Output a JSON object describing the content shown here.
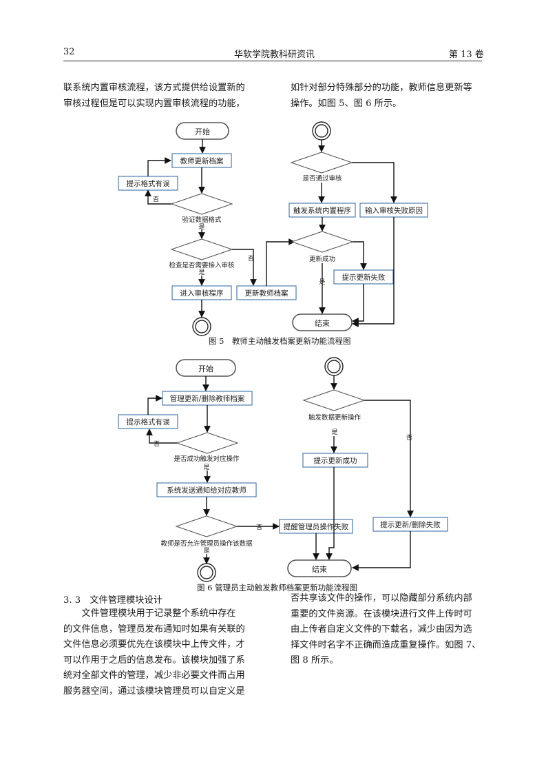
{
  "header": {
    "page_number": "32",
    "journal": "华软学院教科研资讯",
    "volume": "第 13 卷"
  },
  "intro": {
    "left_lines": [
      "联系统内置审核流程，该方式提供给设置新的",
      "审核过程但是可以实现内置审核流程的功能，"
    ],
    "right_lines": [
      "如针对部分特殊部分的功能，教师信息更新等",
      "操作。如图 5、图 6 所示。"
    ]
  },
  "figure5": {
    "caption": "图 5　教师主动触发档案更新功能流程图",
    "start": "开始",
    "update_archive": "教师更新档案",
    "format_error": "提示格式有误",
    "no": "否",
    "verify_format": "验证数据格式",
    "yes": "是",
    "need_review": "检查是否需要接入审核",
    "enter_review": "进入审核程序",
    "update_teacher_archive": "更新教师档案",
    "review_passed": "是否通过审核",
    "trigger_builtin": "触发系统内置程序",
    "input_fail_reason": "输入审核失败原因",
    "update_success": "更新成功",
    "update_fail": "提示更新失败",
    "end": "结束"
  },
  "figure6": {
    "caption": "图 6 管理员主动触发教师档案更新功能流程图",
    "start": "开始",
    "manage_update": "管理更新/删除教师档案",
    "format_error": "提示格式有误",
    "no": "否",
    "trigger_ok": "是否成功触发对应操作",
    "yes": "是",
    "notify_teacher": "系统发送通知给对应教师",
    "teacher_allow": "教师是否允许管理员操作该数据",
    "remind_admin_fail": "提醒管理员操作失败",
    "trigger_update": "触发数据更新操作",
    "prompt_success": "提示更新成功",
    "prompt_fail": "提示更新/删除失败",
    "end": "结束"
  },
  "section": {
    "title": "3. 3　文件管理模块设计",
    "left_lines": [
      "文件管理模块用于记录整个系统中存在",
      "的文件信息，管理员发布通知时如果有关联的",
      "文件信息必须要优先在该模块中上传文件，才",
      "可以作用于之后的信息发布。该模块加强了系",
      "统对全部文件的管理，减少非必要文件而占用",
      "服务器空间，通过该模块管理员可以自定义是"
    ],
    "right_lines": [
      "否共享该文件的操作，可以隐藏部分系统内部",
      "重要的文件资源。在该模块进行文件上传时可",
      "由上传者自定义文件的下载名，减少由因为选",
      "择文件时名字不正确而造成重复操作。如图 7、",
      "图 8 所示。"
    ]
  }
}
